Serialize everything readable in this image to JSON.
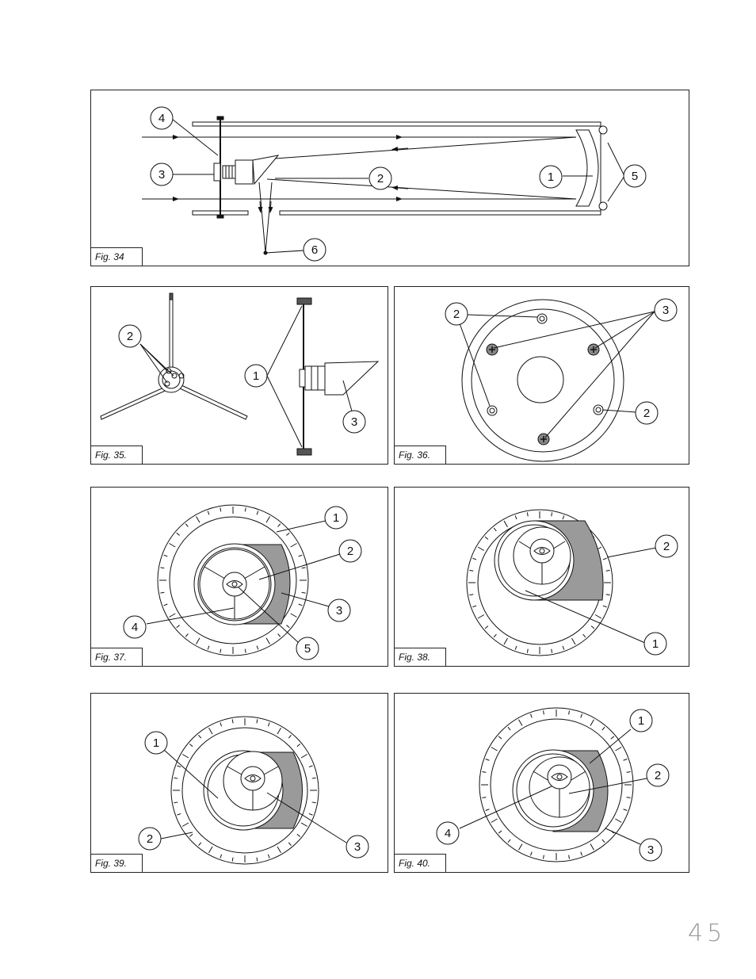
{
  "figures": [
    {
      "id": "fig34",
      "label": "Fig. 34",
      "callouts": [
        "4",
        "3",
        "2",
        "1",
        "5",
        "6"
      ]
    },
    {
      "id": "fig35",
      "label": "Fig. 35.",
      "callouts": [
        "2",
        "1",
        "3"
      ]
    },
    {
      "id": "fig36",
      "label": "Fig. 36.",
      "callouts": [
        "2",
        "3",
        "2"
      ]
    },
    {
      "id": "fig37",
      "label": "Fig. 37.",
      "callouts": [
        "1",
        "2",
        "3",
        "4",
        "5"
      ]
    },
    {
      "id": "fig38",
      "label": "Fig. 38.",
      "callouts": [
        "2",
        "1"
      ]
    },
    {
      "id": "fig39",
      "label": "Fig. 39.",
      "callouts": [
        "1",
        "2",
        "3"
      ]
    },
    {
      "id": "fig40",
      "label": "Fig. 40.",
      "callouts": [
        "1",
        "2",
        "3",
        "4"
      ]
    }
  ],
  "page_number": "45"
}
